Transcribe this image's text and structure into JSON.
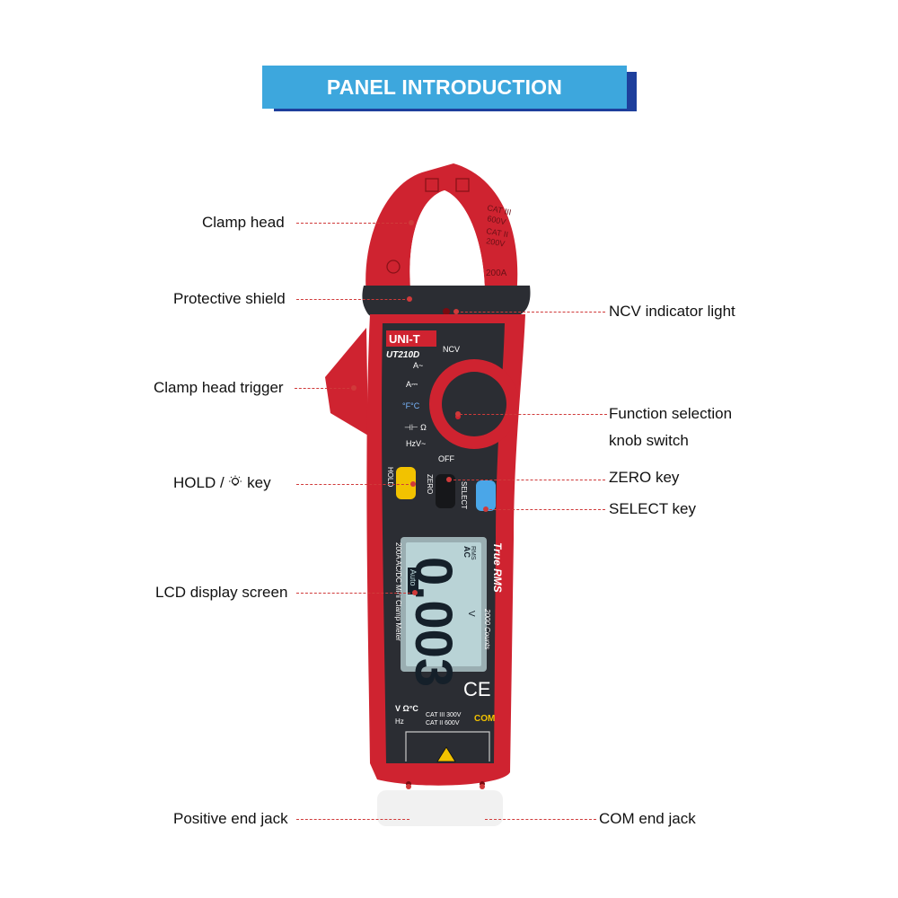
{
  "banner": {
    "title": "PANEL INTRODUCTION"
  },
  "callouts": {
    "clamp_head": "Clamp head",
    "protective_shield": "Protective shield",
    "ncv_indicator_light": "NCV indicator light",
    "clamp_head_trigger": "Clamp head trigger",
    "function_selection_line1": "Function selection",
    "function_selection_line2": "knob switch",
    "hold_key_prefix": "HOLD /",
    "hold_key_suffix": "key",
    "zero_key": "ZERO key",
    "select_key": "SELECT key",
    "lcd_display_screen": "LCD display screen",
    "positive_end_jack": "Positive end jack",
    "com_end_jack": "COM end jack"
  },
  "device": {
    "brand": "UNI-T",
    "model": "UT210D",
    "clamp_marks": {
      "cat_iii": "CAT III",
      "cat_iii_v": "600V",
      "cat_ii": "CAT II",
      "cat_ii_v": "200V",
      "rating": "200A"
    },
    "dial_positions": [
      "NCV",
      "A~",
      "A⎓",
      "°F°C",
      "⊣⊢ Ω",
      "HzV~",
      "OFF"
    ],
    "key_hold": "HOLD",
    "key_zero": "ZERO",
    "key_select": "SELECT",
    "lcd_reading": "0.003",
    "lcd_rms": "RMS",
    "lcd_ac": "AC",
    "lcd_auto": "Auto",
    "lcd_unit": "V",
    "side_text_true_rms": "True RMS",
    "side_text_counts": "2000 Counts",
    "side_text_desc": "200A AC/DC Mini Clamp Meter",
    "ce_mark": "CE",
    "jack_label_left": "V Ω°C",
    "jack_label_hz": "Hz",
    "jack_cat_iii": "CAT III 300V",
    "jack_cat_ii": "CAT II 600V",
    "jack_com": "COM"
  },
  "colors": {
    "banner": "#3da7dd",
    "banner_shadow": "#1e3f9c",
    "device_red": "#cf2330",
    "device_dark": "#2b2d33",
    "leader_line": "#d03a3a",
    "hold_key": "#f2c200",
    "select_key": "#4aa6e8",
    "lcd": "#b9d3d6"
  }
}
